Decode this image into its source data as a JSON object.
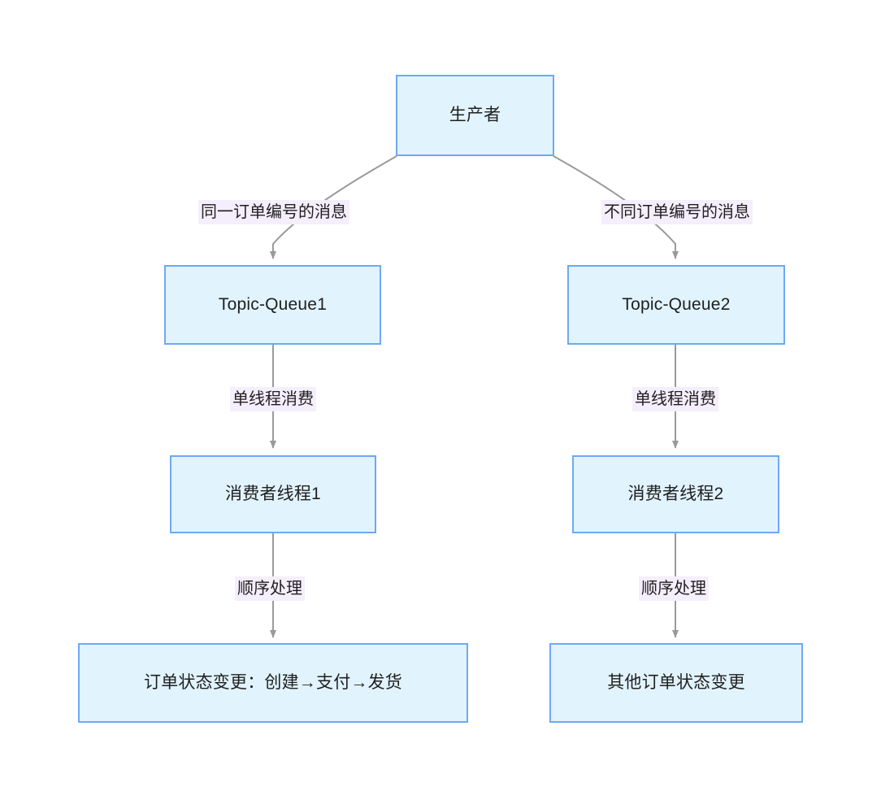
{
  "diagram": {
    "type": "flowchart",
    "direction": "top-down",
    "background_color": "#ffffff",
    "node_fill_color": "#e1f3fd",
    "node_border_color": "#6fa8f5",
    "edge_color": "#9a9a9a",
    "edge_label_bg_color": "#f5eefc",
    "text_color": "#1f1f1f",
    "nodes": [
      {
        "id": "producer",
        "label": "生产者"
      },
      {
        "id": "queue1",
        "label": "Topic-Queue1"
      },
      {
        "id": "queue2",
        "label": "Topic-Queue2"
      },
      {
        "id": "consumer1",
        "label": "消费者线程1"
      },
      {
        "id": "consumer2",
        "label": "消费者线程2"
      },
      {
        "id": "result1",
        "label": "订单状态变更：创建→支付→发货"
      },
      {
        "id": "result2",
        "label": "其他订单状态变更"
      }
    ],
    "edges": [
      {
        "from": "producer",
        "to": "queue1",
        "label": "同一订单编号的消息"
      },
      {
        "from": "producer",
        "to": "queue2",
        "label": "不同订单编号的消息"
      },
      {
        "from": "queue1",
        "to": "consumer1",
        "label": "单线程消费"
      },
      {
        "from": "queue2",
        "to": "consumer2",
        "label": "单线程消费"
      },
      {
        "from": "consumer1",
        "to": "result1",
        "label": "顺序处理"
      },
      {
        "from": "consumer2",
        "to": "result2",
        "label": "顺序处理"
      }
    ]
  }
}
